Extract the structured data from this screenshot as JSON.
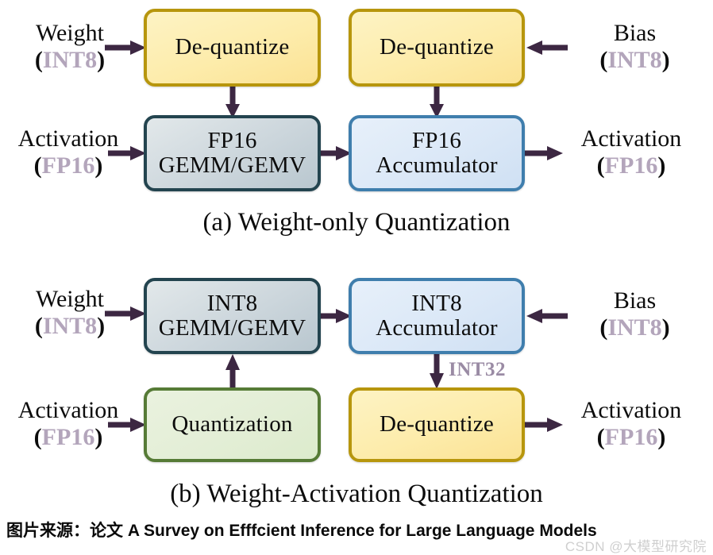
{
  "figure": {
    "title_source": "图片来源：论文 A Survey on Efffcient Inference for Large Language Models",
    "watermark": "CSDN @大模型研究院",
    "arrow_color": "#3c2742",
    "dtype_color": "#b3a5bb",
    "colors": {
      "yellow_fill": "#fdecab",
      "yellow_border": "#b7960d",
      "gray_fill": "#ccd6dc",
      "gray_border": "#23444f",
      "blue_fill": "#dbe8f7",
      "blue_border": "#3f7ead",
      "green_fill": "#e3eed6",
      "green_border": "#567b36",
      "flow_label_color": "#9a8ba4"
    }
  },
  "panel_a": {
    "caption": "(a) Weight-only Quantization",
    "inputs": {
      "weight": {
        "name": "Weight",
        "open_paren": "(",
        "dtype": "INT8",
        "close_paren": ")"
      },
      "activation": {
        "name": "Activation",
        "open_paren": "(",
        "dtype": "FP16",
        "close_paren": ")"
      },
      "bias": {
        "name": "Bias",
        "open_paren": "(",
        "dtype": "INT8",
        "close_paren": ")"
      }
    },
    "outputs": {
      "activation": {
        "name": "Activation",
        "open_paren": "(",
        "dtype": "FP16",
        "close_paren": ")"
      }
    },
    "boxes": {
      "dequant_weight": {
        "line1": "De-quantize",
        "line2": ""
      },
      "dequant_bias": {
        "line1": "De-quantize",
        "line2": ""
      },
      "gemm": {
        "line1": "FP16",
        "line2": "GEMM/GEMV"
      },
      "accumulator": {
        "line1": "FP16",
        "line2": "Accumulator"
      }
    }
  },
  "panel_b": {
    "caption": "(b) Weight-Activation Quantization",
    "inputs": {
      "weight": {
        "name": "Weight",
        "open_paren": "(",
        "dtype": "INT8",
        "close_paren": ")"
      },
      "activation": {
        "name": "Activation",
        "open_paren": "(",
        "dtype": "FP16",
        "close_paren": ")"
      },
      "bias": {
        "name": "Bias",
        "open_paren": "(",
        "dtype": "INT8",
        "close_paren": ")"
      }
    },
    "outputs": {
      "activation": {
        "name": "Activation",
        "open_paren": "(",
        "dtype": "FP16",
        "close_paren": ")"
      }
    },
    "boxes": {
      "gemm": {
        "line1": "INT8",
        "line2": "GEMM/GEMV"
      },
      "accumulator": {
        "line1": "INT8",
        "line2": "Accumulator"
      },
      "quantization": {
        "line1": "Quantization",
        "line2": ""
      },
      "dequantize": {
        "line1": "De-quantize",
        "line2": ""
      }
    },
    "edge_labels": {
      "accumulator_to_dequantize": "INT32"
    }
  }
}
